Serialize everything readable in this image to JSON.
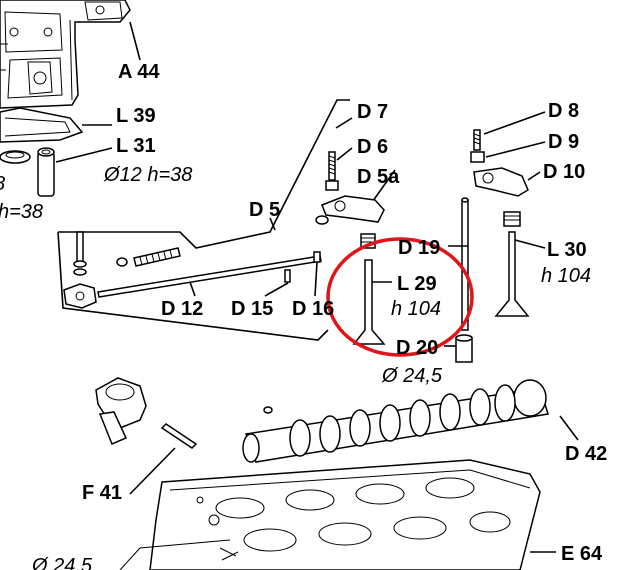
{
  "diagram": {
    "labels": {
      "a44": "A 44",
      "l39": "L 39",
      "l31": "L 31",
      "l31_dim": "Ø12 h=38",
      "left_dim": "h=38",
      "left_fragment": "8",
      "d7": "D 7",
      "d6": "D 6",
      "d5a": "D 5a",
      "d5": "D 5",
      "d8": "D 8",
      "d9": "D 9",
      "d10": "D 10",
      "d19": "D 19",
      "l30": "L 30",
      "l30_dim": "h 104",
      "l29": "L 29",
      "l29_dim": "h 104",
      "d12": "D 12",
      "d15": "D 15",
      "d16": "D 16",
      "d20": "D 20",
      "d20_dim": "Ø 24,5",
      "d42": "D 42",
      "f41": "F 41",
      "e64": "E 64",
      "bottom_dim": "Ø 24,5"
    },
    "highlight_color": "#e0151b",
    "line_color": "#000000"
  }
}
